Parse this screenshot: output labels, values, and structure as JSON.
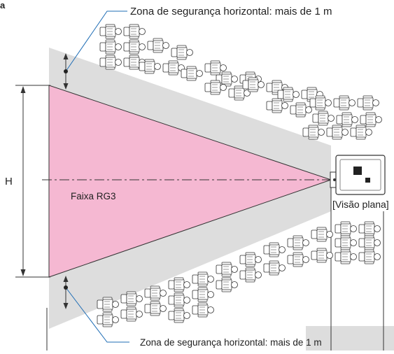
{
  "diagram": {
    "corner_label": "a",
    "top_annotation": "Zona de segurança horizontal: mais de 1 m",
    "bottom_annotation": "Zona de segurança horizontal: mais de 1 m",
    "height_label": "H",
    "range_label": "Faixa RG3",
    "view_label": "[Visão plana]",
    "colors": {
      "rg3_zone": "#f5b8d2",
      "safety_zone": "#dddddd",
      "leader": "#1f6db5",
      "lines": "#222222"
    },
    "icons": {
      "seat": "seat-icon",
      "projector": "projector-icon",
      "arrow": "double-arrow-icon"
    }
  }
}
